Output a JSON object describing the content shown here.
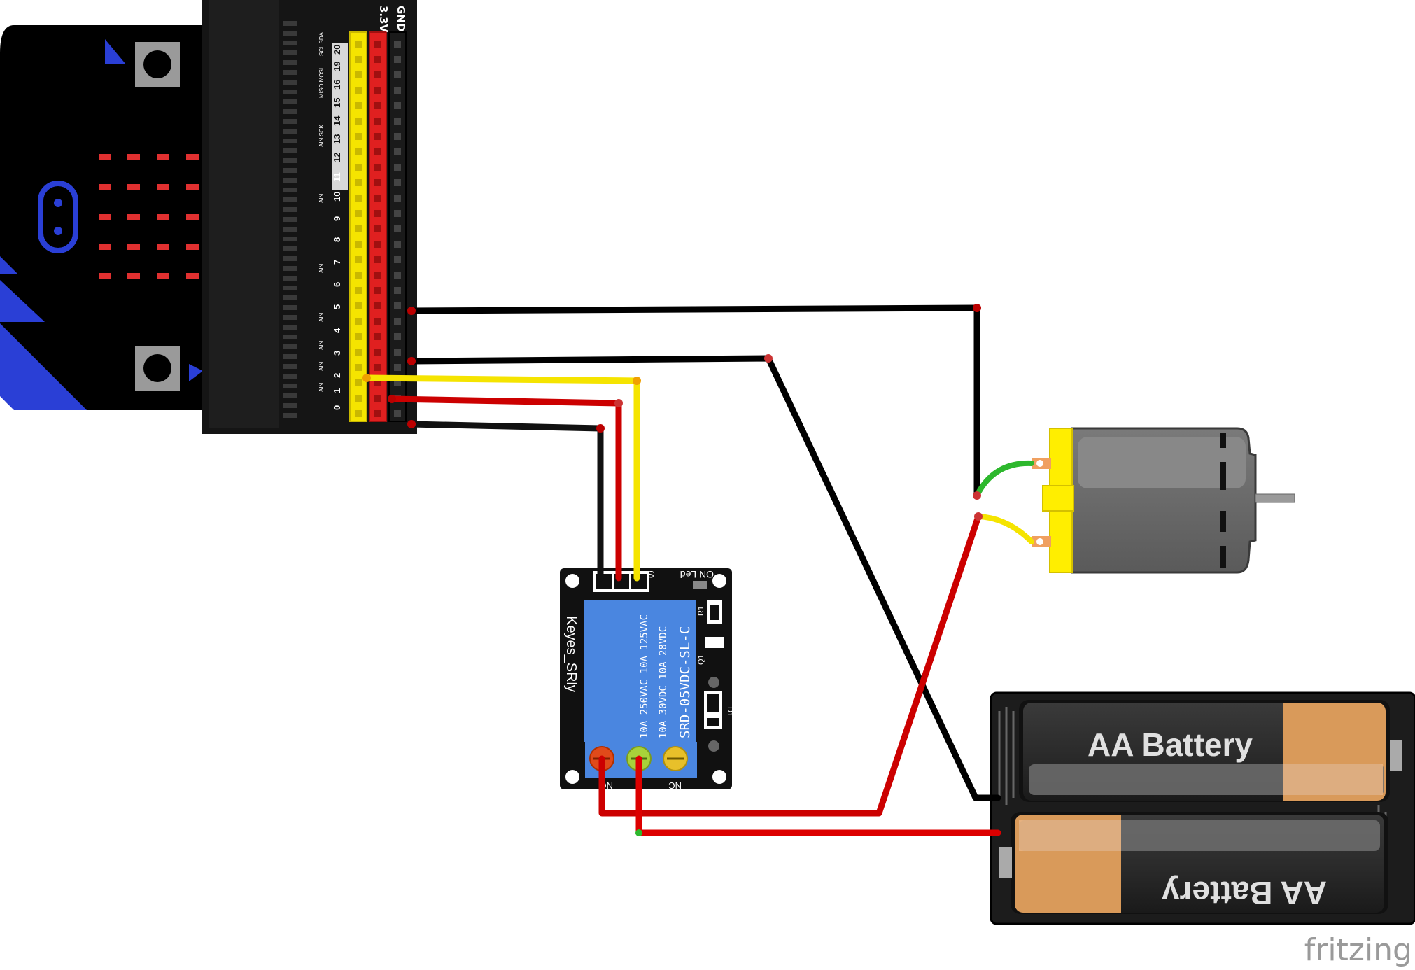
{
  "microbit": {
    "breakout_header_labels": [
      "3.3V",
      "GND"
    ],
    "pin_numbers": [
      "20",
      "19",
      "16",
      "15",
      "14",
      "13",
      "12",
      "11",
      "10",
      "9",
      "8",
      "7",
      "6",
      "5",
      "4",
      "3",
      "2",
      "1",
      "0"
    ],
    "pin_functions": [
      "SCL SDA",
      "MISO MOSI",
      "AIN SCK",
      "AIN",
      "AIN",
      "AIN",
      "AIN",
      "AIN",
      "AIN"
    ]
  },
  "relay": {
    "brand": "Keyes_SRly",
    "model": "SRD-05VDC-SL-C",
    "rating_ac": "10A 250VAC  10A 125VAC",
    "rating_dc": "10A  30VDC  10A  28VDC",
    "led_label": "ON Led",
    "pin_labels": [
      "S",
      "+",
      "-"
    ],
    "terminal_labels": [
      "NO",
      "NC"
    ],
    "components": [
      "R1",
      "Q1",
      "D1"
    ]
  },
  "battery_holder": {
    "cells": [
      "AA Battery",
      "AA Battery"
    ]
  },
  "motor": {
    "type": "dc-motor"
  },
  "watermark": "fritzing",
  "colors": {
    "wire_black": "#111111",
    "wire_red": "#cc0000",
    "wire_yellow": "#f5e400",
    "wire_green": "#2db82d",
    "relay_blue": "#4a86e0",
    "motor_yellow": "#ffee00",
    "battery_orange": "#d99a5a",
    "microbit_blue": "#2a3fd6",
    "led_red": "#e03030"
  }
}
